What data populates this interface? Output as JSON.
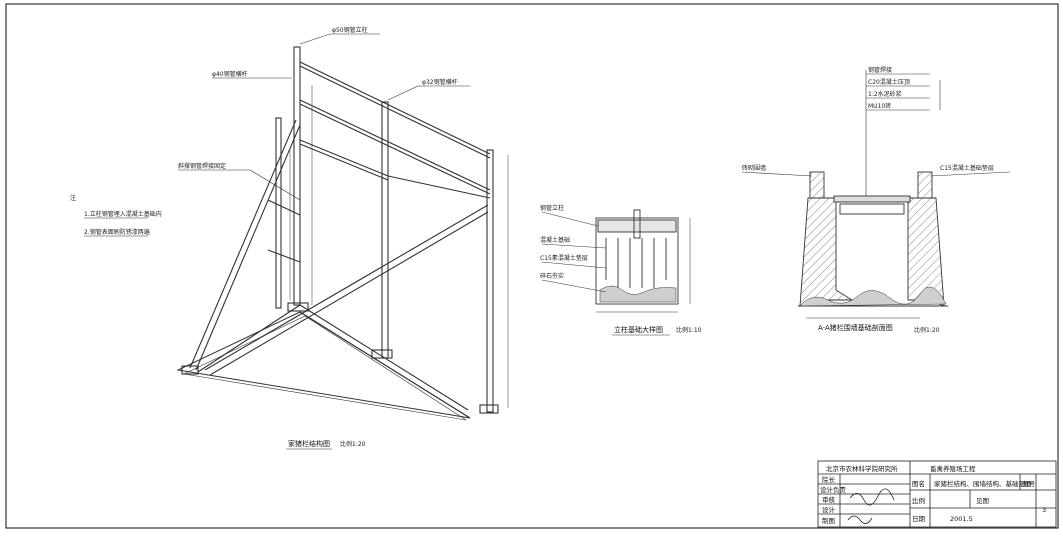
{
  "main_view": {
    "title": "家猪栏结构图",
    "scale": "比例1:20",
    "label_top": "φ50钢管立柱",
    "label_left_top": "φ40钢管横杆",
    "label_right_top": "φ32钢管横杆",
    "label_brace": "斜撑钢管焊接固定",
    "note_head": "注",
    "note_1": "1.立柱钢管埋入混凝土基础内",
    "note_2": "2.钢管表面刷防锈漆两遍"
  },
  "detail_1": {
    "title": "立柱基础大样图",
    "scale": "比例1:10",
    "label_1": "钢管立柱",
    "label_2": "混凝土基础",
    "label_3": "C15素混凝土垫层",
    "label_4": "碎石夯实"
  },
  "detail_2": {
    "title": "A-A猪栏围墙基础剖面图",
    "scale": "比例1:20",
    "label_1": "钢管焊接",
    "label_2": "C20混凝土压顶",
    "label_3": "1:2水泥砂浆",
    "label_4": "MU10砖",
    "label_5": "砖砌围墙",
    "label_6": "C15混凝土基础垫层"
  },
  "title_block": {
    "institute": "北京市农林科学院研究所",
    "project": "畜禽养殖场工程",
    "row_1": "院长",
    "row_2": "设计负责",
    "row_3": "审核",
    "row_4": "设计",
    "row_5": "制图",
    "drawing_label": "图名",
    "drawing_name": "家猪栏结构、围墙结构、基础剖面",
    "drawing_no_label": "图号",
    "scale_label": "比例",
    "scale_value": "见图",
    "date_label": "日期",
    "date_value": "2001.5",
    "sheet_no": "3"
  }
}
